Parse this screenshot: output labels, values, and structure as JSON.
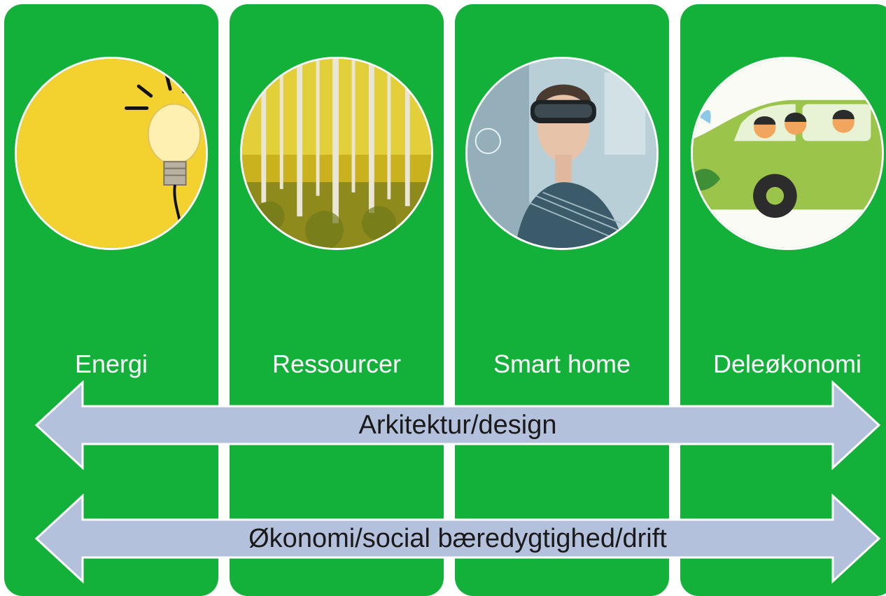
{
  "pillars": [
    {
      "label": "Energi",
      "image": "lightbulb-image"
    },
    {
      "label": "Ressourcer",
      "image": "forest-image"
    },
    {
      "label": "Smart home",
      "image": "vr-headset-woman-image"
    },
    {
      "label": "Deleøkonomi",
      "image": "shared-car-image"
    }
  ],
  "arrows": [
    {
      "label": "Arkitektur/design"
    },
    {
      "label": "Økonomi/social bæredygtighed/drift"
    }
  ],
  "colors": {
    "pillar": "#13b13a",
    "arrow_fill": "#b4c1dc",
    "arrow_stroke": "#ffffff"
  }
}
